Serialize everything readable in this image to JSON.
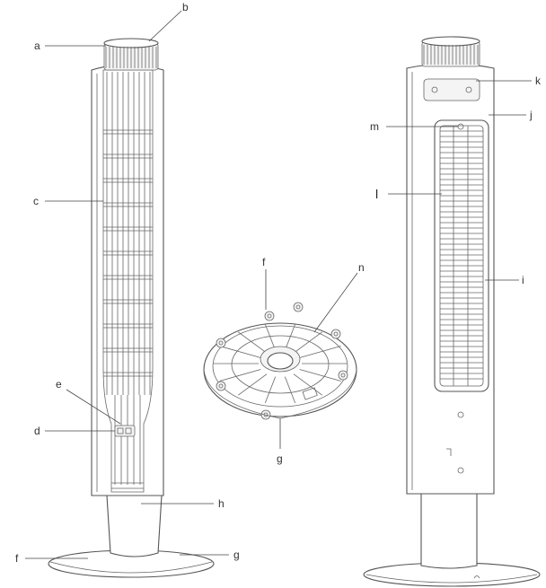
{
  "labels": {
    "a": "a",
    "b": "b",
    "c": "c",
    "d": "d",
    "e": "e",
    "f_base_left": "f",
    "g_base_left": "g",
    "h": "h",
    "f_plate": "f",
    "g_plate": "g",
    "n": "n",
    "k": "k",
    "j": "j",
    "m": "m",
    "l": "l",
    "i": "i"
  },
  "colors": {
    "outline": "#555555",
    "leader": "#444444",
    "text": "#333333"
  }
}
